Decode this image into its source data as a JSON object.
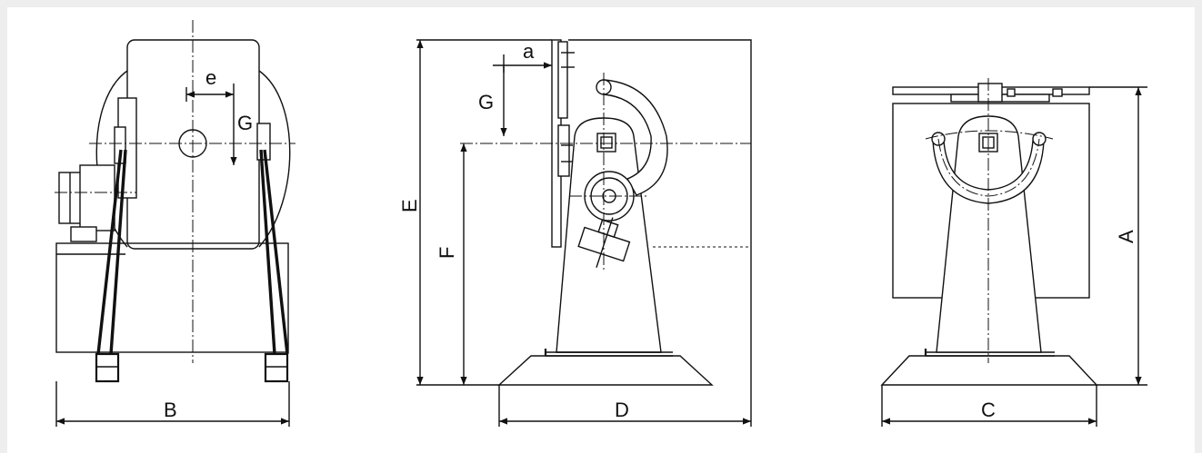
{
  "diagram": {
    "labels": {
      "B": "B",
      "e": "e",
      "G_front": "G",
      "E": "E",
      "F": "F",
      "D": "D",
      "a": "a",
      "G_side": "G",
      "A": "A",
      "C": "C"
    },
    "views": [
      "front-view",
      "side-view",
      "rear-view"
    ]
  }
}
